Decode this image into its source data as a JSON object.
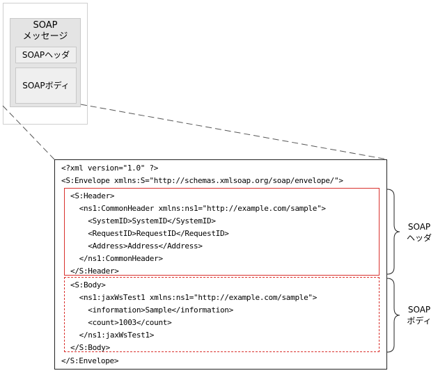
{
  "thumbnail": {
    "message_title": [
      "SOAP",
      "メッセージ"
    ],
    "header_label": "SOAPヘッダ",
    "body_label": "SOAPボディ"
  },
  "xml": {
    "declaration": "<?xml version=\"1.0\" ?>",
    "envelope_open": "<S:Envelope xmlns:S=\"http://schemas.xmlsoap.org/soap/envelope/\">",
    "header": [
      "<S:Header>",
      "  <ns1:CommonHeader xmlns:ns1=\"http://example.com/sample\">",
      "    <SystemID>SystemID</SystemID>",
      "    <RequestID>RequestID</RequestID>",
      "    <Address>Address</Address>",
      "  </ns1:CommonHeader>",
      "</S:Header>"
    ],
    "body": [
      "<S:Body>",
      "  <ns1:jaxWsTest1 xmlns:ns1=\"http://example.com/sample\">",
      "    <information>Sample</information>",
      "    <count>1003</count>",
      "  </ns1:jaxWsTest1>",
      "</S:Body>"
    ],
    "envelope_close": "</S:Envelope>"
  },
  "annotations": {
    "header": [
      "SOAP",
      "ヘッダ"
    ],
    "body": [
      "SOAP",
      "ボディ"
    ]
  },
  "colors": {
    "highlight": "#d9302c",
    "thumb_fill": "#e4e4e4",
    "frame": "#222222"
  }
}
